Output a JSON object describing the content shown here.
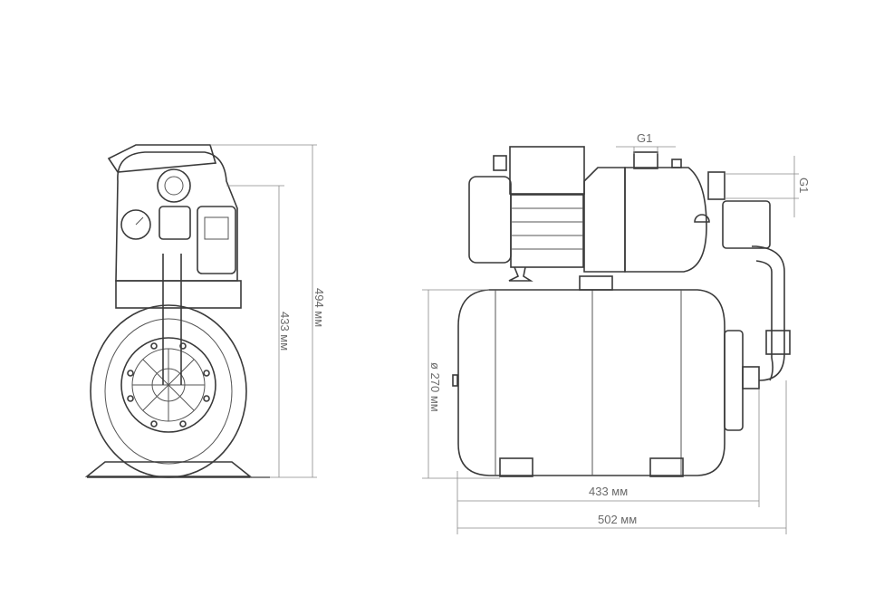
{
  "dimensions": {
    "front_overall_height": "494 мм",
    "front_tank_height": "433 мм",
    "tank_diameter": "ø 270 мм",
    "side_tank_length": "433 мм",
    "side_overall_length": "502 мм",
    "outlet_thread": "G1",
    "inlet_thread": "G1"
  },
  "colors": {
    "line": "#3a3a3a",
    "dimension": "#8a8a8a"
  }
}
